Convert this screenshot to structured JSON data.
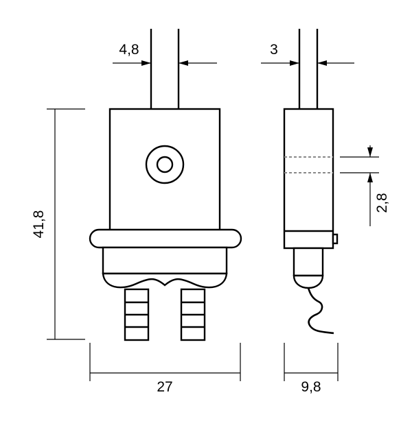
{
  "dimensions": {
    "pin_spacing": "4,8",
    "side_pin_spacing": "3",
    "height": "41,8",
    "width": "27",
    "depth": "9,8",
    "slot": "2,8"
  }
}
